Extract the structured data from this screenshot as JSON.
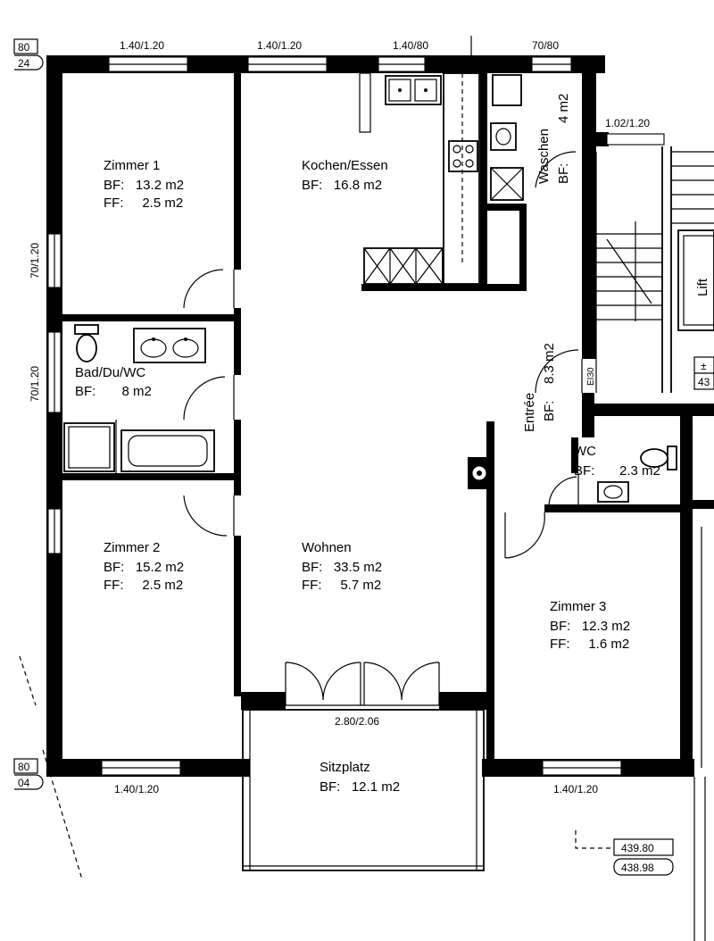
{
  "rooms": {
    "zimmer1": {
      "name": "Zimmer 1",
      "bf": "BF:   13.2 m2",
      "ff": "FF:     2.5 m2"
    },
    "kochen": {
      "name": "Kochen/Essen",
      "bf": "BF:   16.8 m2"
    },
    "waschen": {
      "name": "Waschen",
      "bf": "BF:",
      "area": "4 m2"
    },
    "bad": {
      "name": "Bad/Du/WC",
      "bf": "BF:       8 m2"
    },
    "entree": {
      "name": "Entrée",
      "bf": "BF:",
      "area": "8.3 m2"
    },
    "wc": {
      "name": "WC",
      "bf": "BF:",
      "area": "2.3 m2"
    },
    "zimmer2": {
      "name": "Zimmer 2",
      "bf": "BF:   15.2 m2",
      "ff": "FF:     2.5 m2"
    },
    "wohnen": {
      "name": "Wohnen",
      "bf": "BF:   33.5 m2",
      "ff": "FF:     5.7 m2"
    },
    "zimmer3": {
      "name": "Zimmer 3",
      "bf": "BF:   12.3 m2",
      "ff": "FF:     1.6 m2"
    },
    "sitzplatz": {
      "name": "Sitzplatz",
      "bf": "BF:   12.1 m2"
    }
  },
  "dimensions": {
    "top_left": "1.40/1.20",
    "top_mid": "1.40/1.20",
    "top_kitchen": "1.40/80",
    "top_wash": "70/80",
    "stair_window": "1.02/1.20",
    "left_upper": "70/1.20",
    "left_lower": "70/1.20",
    "balcony_door": "2.80/2.06",
    "bottom_left": "1.40/1.20",
    "bottom_right": "1.40/1.20"
  },
  "markers": {
    "tl_a": "80",
    "tl_b": "24",
    "bl_a": "80",
    "bl_b": "04",
    "fire_door": "EI30",
    "lift": "Lift",
    "right_pm": "±",
    "right_num": "43",
    "level_1": "439.80",
    "level_2": "438.98"
  }
}
